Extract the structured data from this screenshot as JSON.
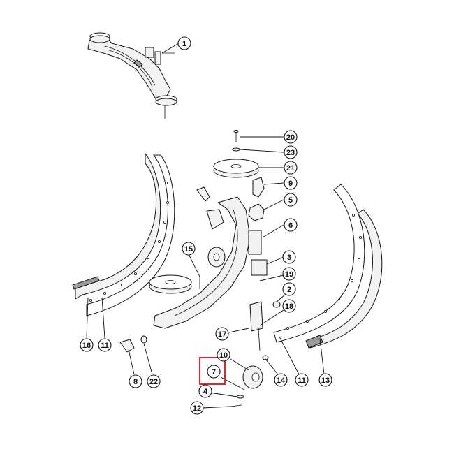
{
  "diagram": {
    "callouts": [
      {
        "id": "c1",
        "label": "1"
      },
      {
        "id": "c20",
        "label": "20"
      },
      {
        "id": "c23",
        "label": "23"
      },
      {
        "id": "c21",
        "label": "21"
      },
      {
        "id": "c9",
        "label": "9"
      },
      {
        "id": "c5",
        "label": "5"
      },
      {
        "id": "c6",
        "label": "6"
      },
      {
        "id": "c15",
        "label": "15"
      },
      {
        "id": "c3",
        "label": "3"
      },
      {
        "id": "c19",
        "label": "19"
      },
      {
        "id": "c2",
        "label": "2"
      },
      {
        "id": "c18",
        "label": "18"
      },
      {
        "id": "c17",
        "label": "17"
      },
      {
        "id": "c16",
        "label": "16"
      },
      {
        "id": "c11a",
        "label": "11"
      },
      {
        "id": "c8",
        "label": "8"
      },
      {
        "id": "c22",
        "label": "22"
      },
      {
        "id": "c10",
        "label": "10"
      },
      {
        "id": "c7",
        "label": "7"
      },
      {
        "id": "c14",
        "label": "14"
      },
      {
        "id": "c11b",
        "label": "11"
      },
      {
        "id": "c13",
        "label": "13"
      },
      {
        "id": "c4",
        "label": "4"
      },
      {
        "id": "c12",
        "label": "12"
      }
    ],
    "highlight_color": "#e8202a"
  }
}
